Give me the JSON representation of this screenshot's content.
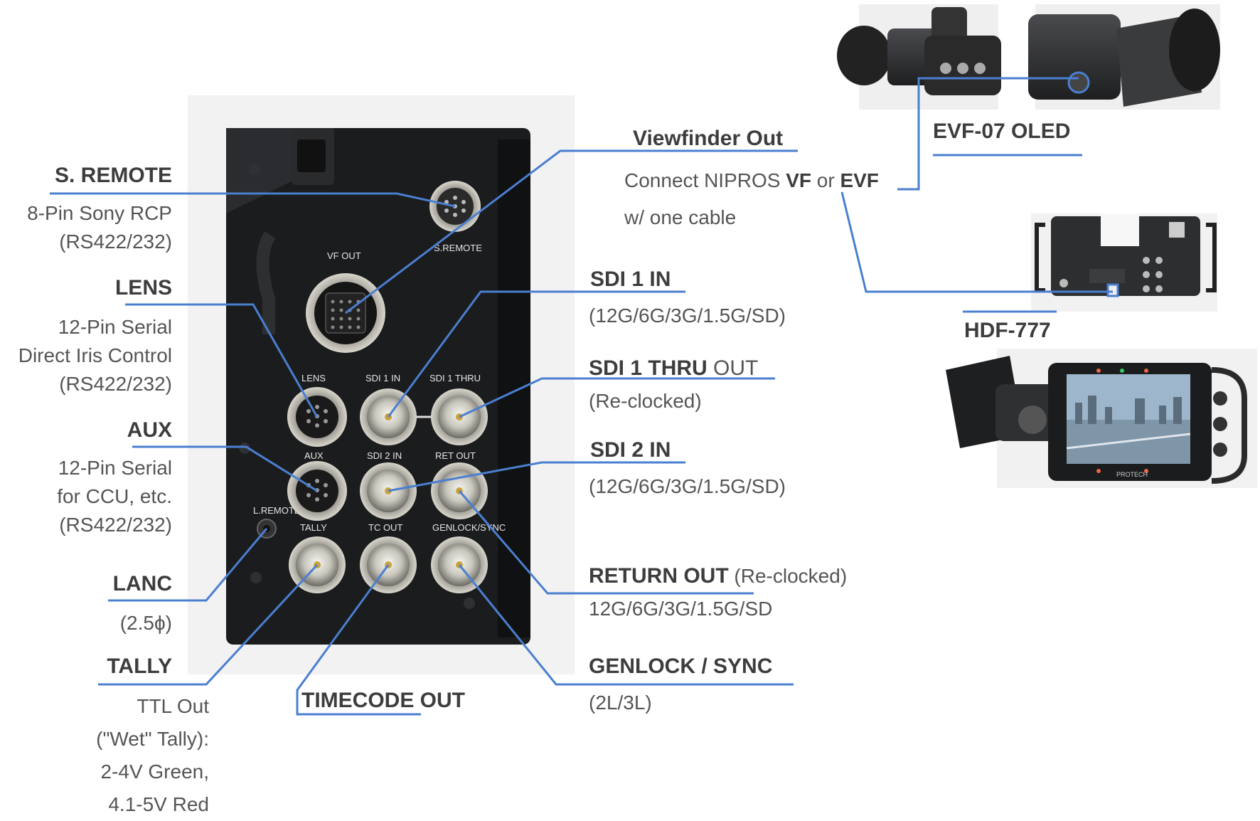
{
  "panel": {
    "labels": {
      "vf_out": "VF OUT",
      "s_remote": "S.REMOTE",
      "lens": "LENS",
      "sdi1_in": "SDI 1 IN",
      "sdi1_thru": "SDI 1 THRU",
      "aux": "AUX",
      "sdi2_in": "SDI 2 IN",
      "ret_out": "RET OUT",
      "l_remote": "L.REMOTE",
      "tally": "TALLY",
      "tc_out": "TC OUT",
      "genlock": "GENLOCK/SYNC"
    }
  },
  "callouts": {
    "s_remote": {
      "title": "S. REMOTE",
      "lines": [
        "8-Pin Sony RCP",
        "(RS422/232)"
      ]
    },
    "lens": {
      "title": "LENS",
      "lines": [
        "12-Pin Serial",
        "Direct Iris Control",
        "(RS422/232)"
      ]
    },
    "aux": {
      "title": "AUX",
      "lines": [
        "12-Pin Serial",
        "for CCU, etc.",
        "(RS422/232)"
      ]
    },
    "lanc": {
      "title": "LANC",
      "lines": [
        "(2.5ϕ)"
      ]
    },
    "tally": {
      "title": "TALLY",
      "lines": [
        "TTL Out",
        "(\"Wet\" Tally):",
        "2-4V Green,",
        "4.1-5V Red"
      ]
    },
    "timecode": {
      "title": "TIMECODE OUT"
    },
    "viewfinder": {
      "title": "Viewfinder Out",
      "line1_pre": "Connect NIPROS ",
      "line1_vf": "VF",
      "line1_or": " or ",
      "line1_evf": "EVF",
      "line2": "w/ one cable"
    },
    "sdi1_in": {
      "title": "SDI 1 IN",
      "lines": [
        "(12G/6G/3G/1.5G/SD)"
      ]
    },
    "sdi1_thru": {
      "title": "SDI 1 THRU",
      "title_suffix": " OUT",
      "lines": [
        "(Re-clocked)"
      ]
    },
    "sdi2_in": {
      "title": "SDI 2 IN",
      "lines": [
        "(12G/6G/3G/1.5G/SD)"
      ]
    },
    "return_out": {
      "title": "RETURN OUT",
      "title_suffix": " (Re-clocked)",
      "lines": [
        "12G/6G/3G/1.5G/SD"
      ]
    },
    "genlock": {
      "title": "GENLOCK / SYNC",
      "lines": [
        "(2L/3L)"
      ]
    }
  },
  "products": {
    "evf": {
      "title": "EVF-07 OLED"
    },
    "hdf": {
      "title": "HDF-777",
      "brand": "PROTECH"
    }
  },
  "colors": {
    "leader": "#4a7fd0",
    "panel": "#1b1c1e",
    "text": "#444444"
  }
}
